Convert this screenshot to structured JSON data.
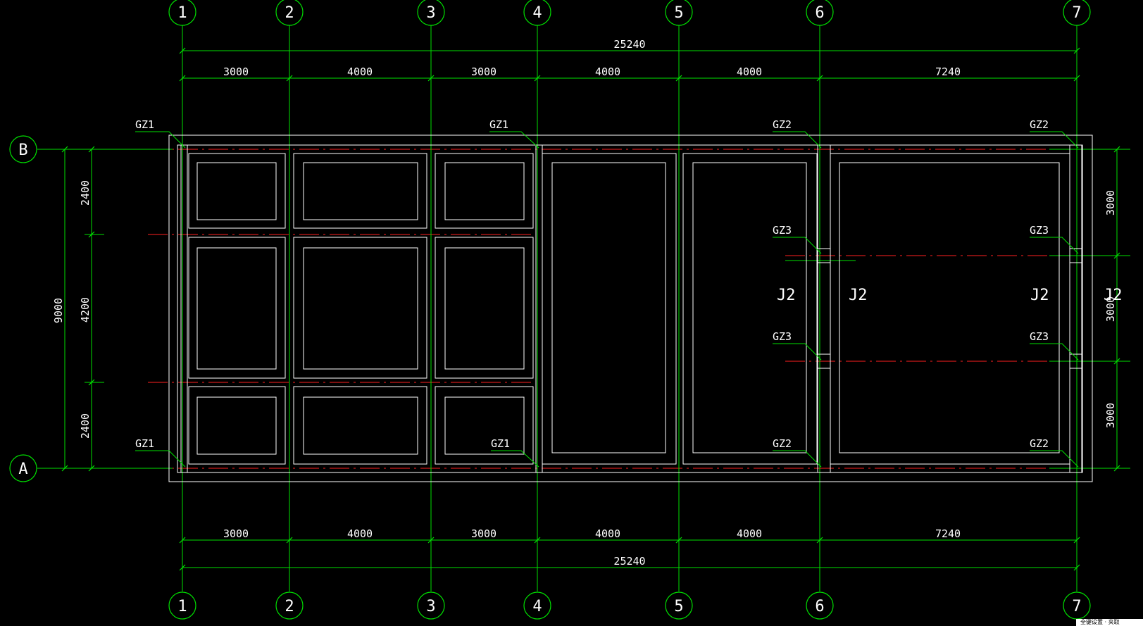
{
  "colors": {
    "background": "#000000",
    "grid_bubble": "#00e000",
    "dimension": "#00e000",
    "center_line": "#ff2020",
    "outline": "#ffffff",
    "text": "#ffffff"
  },
  "grid_columns": [
    "1",
    "2",
    "3",
    "4",
    "5",
    "6",
    "7"
  ],
  "grid_rows": [
    "A",
    "B"
  ],
  "dimensions": {
    "top_total": "25240",
    "bottom_total": "25240",
    "top_bays": [
      "3000",
      "4000",
      "3000",
      "4000",
      "4000",
      "7240"
    ],
    "bottom_bays": [
      "3000",
      "4000",
      "3000",
      "4000",
      "4000",
      "7240"
    ],
    "left_total": "9000",
    "left_spans": [
      "2400",
      "4200",
      "2400"
    ],
    "right_spans": [
      "3000",
      "3000",
      "3000"
    ]
  },
  "column_tags": {
    "gz1": "GZ1",
    "gz2": "GZ2",
    "gz3": "GZ3"
  },
  "footing_tag": "J2",
  "status_tab": "全键设置 · 夹取"
}
